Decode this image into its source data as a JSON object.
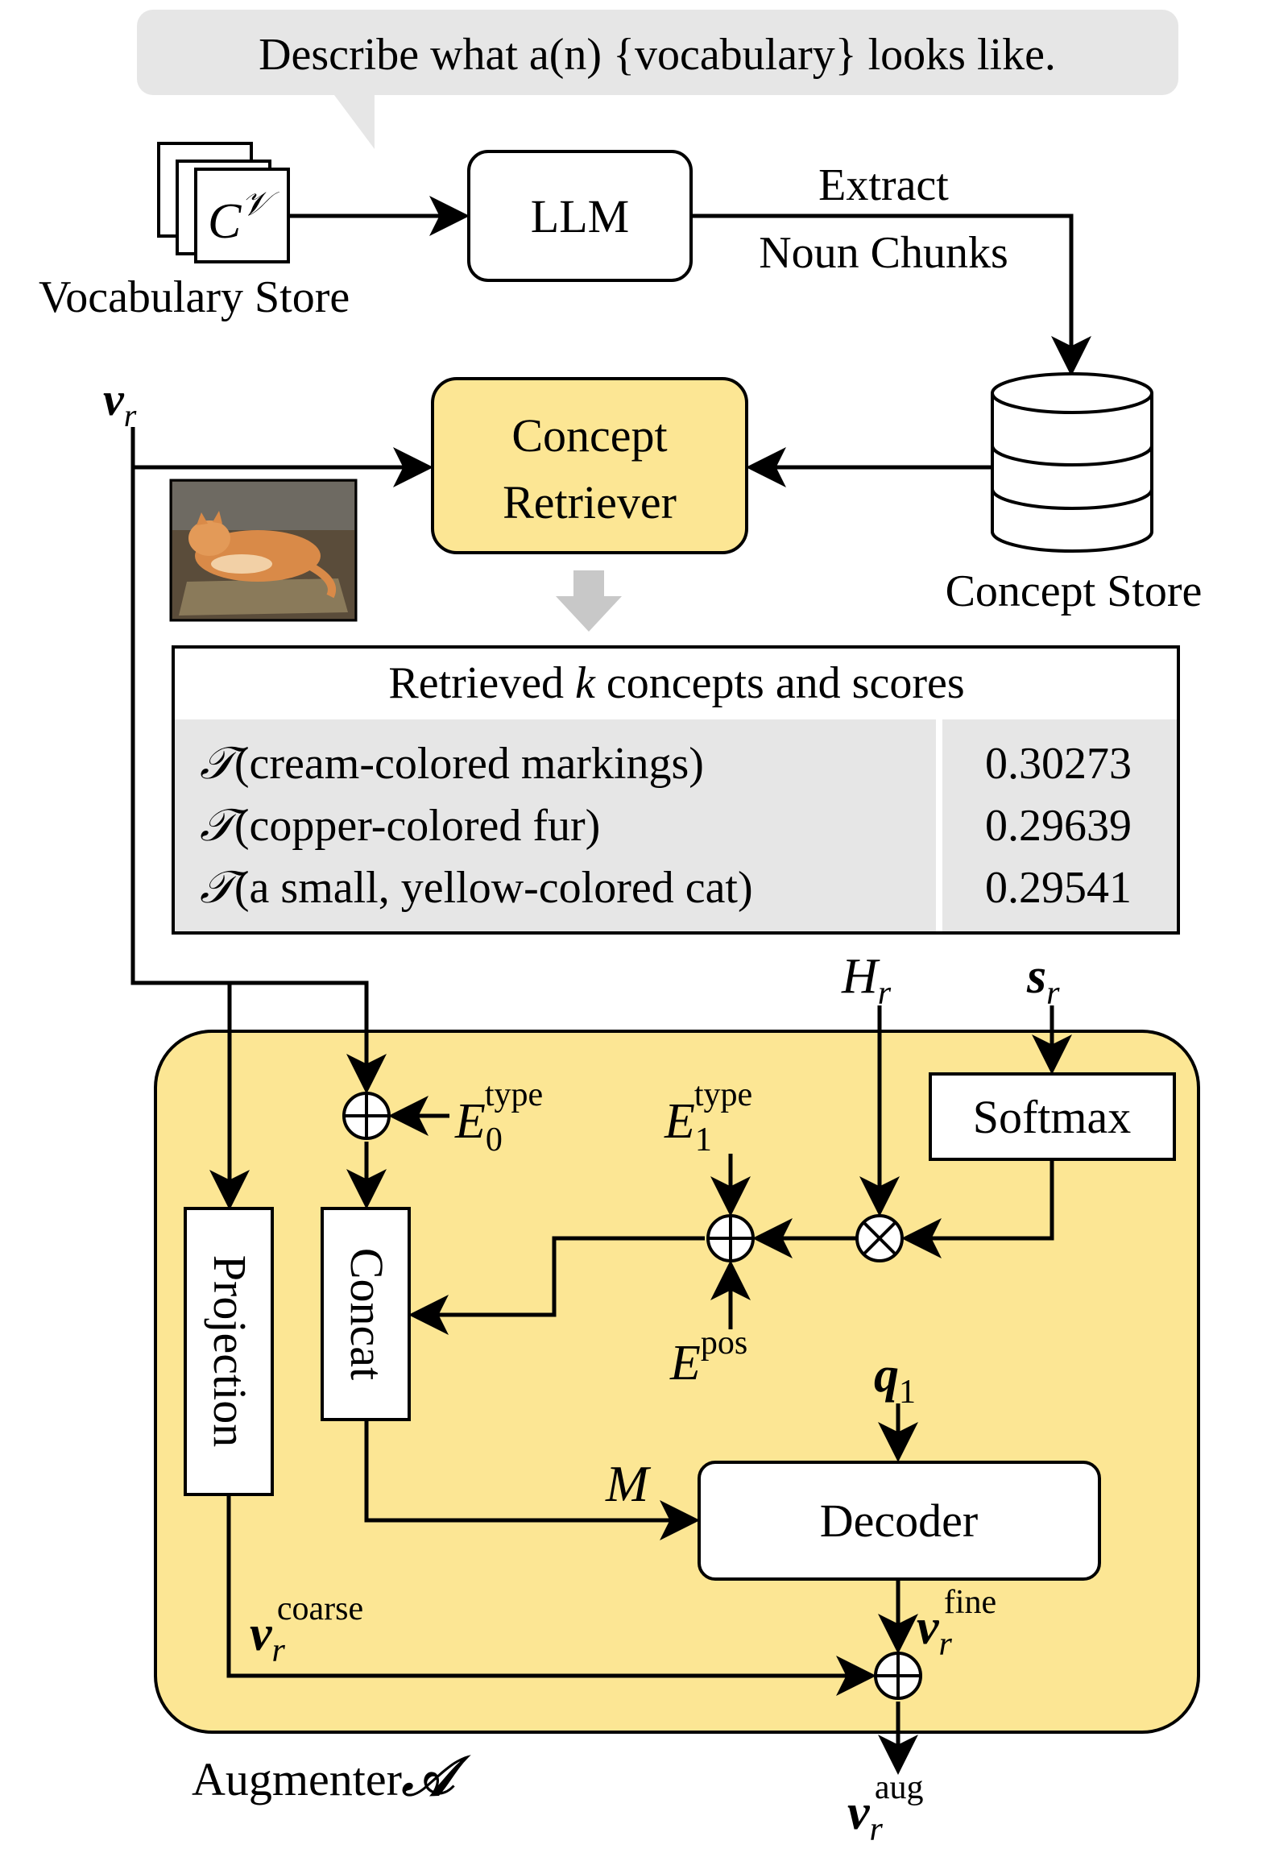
{
  "prompt": "Describe what a(n) {vocabulary} looks like.",
  "vocab_store": {
    "symbol": "C",
    "superscript": "𝒱",
    "label": "Vocabulary Store"
  },
  "llm": {
    "label": "LLM"
  },
  "extract": {
    "line1": "Extract",
    "line2": "Noun Chunks"
  },
  "concept_store": {
    "label": "Concept Store"
  },
  "retriever": {
    "line1": "Concept",
    "line2": "Retriever"
  },
  "input": {
    "symbol": "v",
    "subscript": "r"
  },
  "table": {
    "header_pre": "Retrieved ",
    "header_k": "k",
    "header_post": " concepts and scores",
    "T_symbol": "𝒯",
    "rows": [
      {
        "concept": "(cream-colored markings)",
        "score": "0.30273"
      },
      {
        "concept": "(copper-colored fur)",
        "score": "0.29639"
      },
      {
        "concept": "(a small, yellow-colored cat)",
        "score": "0.29541"
      }
    ]
  },
  "augmenter": {
    "label": "Augmenter",
    "symbol": "𝒜",
    "projection": "Projection",
    "concat": "Concat",
    "softmax": "Softmax",
    "decoder": "Decoder",
    "E": "E",
    "E0_sub": "0",
    "E0_sup": "type",
    "E1_sub": "1",
    "E1_sup": "type",
    "Epos_sup": "pos",
    "H": "H",
    "H_sub": "r",
    "s": "s",
    "s_sub": "r",
    "q": "q",
    "q_sub": "1",
    "M": "M",
    "v": "v",
    "v_sub": "r",
    "coarse_sup": "coarse",
    "fine_sup": "fine",
    "aug_sup": "aug"
  },
  "colors": {
    "augmenter_fill": "#fce694",
    "retriever_fill": "#fce694",
    "bubble_fill": "#e6e6e6",
    "table_fill": "#e6e6e6",
    "arrow_gray": "#c8c8c8"
  }
}
